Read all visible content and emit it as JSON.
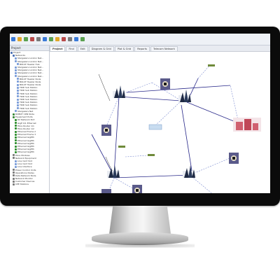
{
  "panel": {
    "title": "Project",
    "tree": [
      {
        "label": "Project",
        "color": "#4a6fb3",
        "indent": 0
      },
      {
        "label": "Networks",
        "color": "#4a6fb3",
        "indent": 1
      },
      {
        "label": "Stargazers London Net...",
        "color": "#7a9cd8",
        "indent": 2
      },
      {
        "label": "Stargazers London Net...",
        "color": "#7a9cd8",
        "indent": 2
      },
      {
        "label": "BOLSF Header Hub",
        "color": "#7a9cd8",
        "indent": 3
      },
      {
        "label": "Stargazers London Net...",
        "color": "#7a9cd8",
        "indent": 2
      },
      {
        "label": "Stargazers London Net...",
        "color": "#7a9cd8",
        "indent": 2
      },
      {
        "label": "Stargazers London Net...",
        "color": "#7a9cd8",
        "indent": 2
      },
      {
        "label": "Stargazers London Net...",
        "color": "#7a9cd8",
        "indent": 2
      },
      {
        "label": "BOLSF Header Node",
        "color": "#7a9cd8",
        "indent": 3
      },
      {
        "label": "BOLSF Header Node",
        "color": "#7a9cd8",
        "indent": 3
      },
      {
        "label": "BOLSF Header Node",
        "color": "#7a9cd8",
        "indent": 3
      },
      {
        "label": "TRID Sub Station",
        "color": "#7a9cd8",
        "indent": 3
      },
      {
        "label": "TRID Sub Station",
        "color": "#7a9cd8",
        "indent": 3
      },
      {
        "label": "TRID Sub Station",
        "color": "#7a9cd8",
        "indent": 3
      },
      {
        "label": "TRID Sub Station",
        "color": "#7a9cd8",
        "indent": 3
      },
      {
        "label": "TRID Sub Station",
        "color": "#7a9cd8",
        "indent": 3
      },
      {
        "label": "TRID Sub Station",
        "color": "#7a9cd8",
        "indent": 3
      },
      {
        "label": "TRID Sub Station",
        "color": "#7a9cd8",
        "indent": 3
      },
      {
        "label": "TRID Sub Station",
        "color": "#7a9cd8",
        "indent": 3
      },
      {
        "label": "Stargazers Net",
        "color": "#7a9cd8",
        "indent": 2
      },
      {
        "label": "ROBOT CDN Node",
        "color": "#3a8a3a",
        "indent": 1
      },
      {
        "label": "Equipment Ports",
        "color": "#3a8a3a",
        "indent": 1
      },
      {
        "label": "RX Network Port",
        "color": "#2f8f2f",
        "indent": 2
      },
      {
        "label": "GigE 0/1 Ethernet",
        "color": "#2f8f2f",
        "indent": 2
      },
      {
        "label": "Fibre Router 1/1",
        "color": "#2f8f2f",
        "indent": 2
      },
      {
        "label": "Fibre Router 1/2",
        "color": "#2f8f2f",
        "indent": 2
      },
      {
        "label": "Ethernet Frame 2",
        "color": "#2f8f2f",
        "indent": 2
      },
      {
        "label": "Ethernet Frame 3",
        "color": "#2f8f2f",
        "indent": 2
      },
      {
        "label": "Ethernet GigEth",
        "color": "#2f8f2f",
        "indent": 2
      },
      {
        "label": "Ethernet GigEth",
        "color": "#2f8f2f",
        "indent": 2
      },
      {
        "label": "Ethernet GigEth",
        "color": "#2f8f2f",
        "indent": 2
      },
      {
        "label": "Ethernet GigEth",
        "color": "#2f8f2f",
        "indent": 2
      },
      {
        "label": "Ethernet GigEth",
        "color": "#2f8f2f",
        "indent": 2
      },
      {
        "label": "Ethernet GigEth",
        "color": "#2f8f2f",
        "indent": 2
      },
      {
        "label": "Fibre Modules",
        "color": "#7a7a7a",
        "indent": 1
      },
      {
        "label": "Network Equipment",
        "color": "#7a7a7a",
        "indent": 1
      },
      {
        "label": "Line Card Slot",
        "color": "#7a9cd8",
        "indent": 2
      },
      {
        "label": "Line Card Slot",
        "color": "#7a9cd8",
        "indent": 2
      },
      {
        "label": "Line Interface",
        "color": "#7a9cd8",
        "indent": 2
      },
      {
        "label": "Power Control Units",
        "color": "#7a7a7a",
        "indent": 1
      },
      {
        "label": "Operations Nodes",
        "color": "#7a7a7a",
        "indent": 1
      },
      {
        "label": "Data Network Node",
        "color": "#7a7a7a",
        "indent": 1
      },
      {
        "label": "Network Monitor",
        "color": "#7a7a7a",
        "indent": 1
      },
      {
        "label": "Customer Devices",
        "color": "#7a7a7a",
        "indent": 1
      },
      {
        "label": "CPE Stations",
        "color": "#7a7a7a",
        "indent": 1
      }
    ]
  },
  "tabs": [
    {
      "label": "Project",
      "active": true
    },
    {
      "label": "Find",
      "active": false
    },
    {
      "label": "Edit",
      "active": false
    },
    {
      "label": "Diagram & Grid",
      "active": false
    },
    {
      "label": "Plot & Grid",
      "active": false
    },
    {
      "label": "Reports",
      "active": false
    },
    {
      "label": "Telecom Network",
      "active": false
    }
  ],
  "colors": {
    "accent": "#3a7ad8",
    "link_dark": "#2a2a8a",
    "link_light": "#7a8ad0",
    "label_box": "#6f8a3a"
  },
  "icons": [
    "save-icon",
    "open-icon",
    "undo-icon",
    "redo-icon",
    "zoom-icon",
    "grid-icon"
  ]
}
